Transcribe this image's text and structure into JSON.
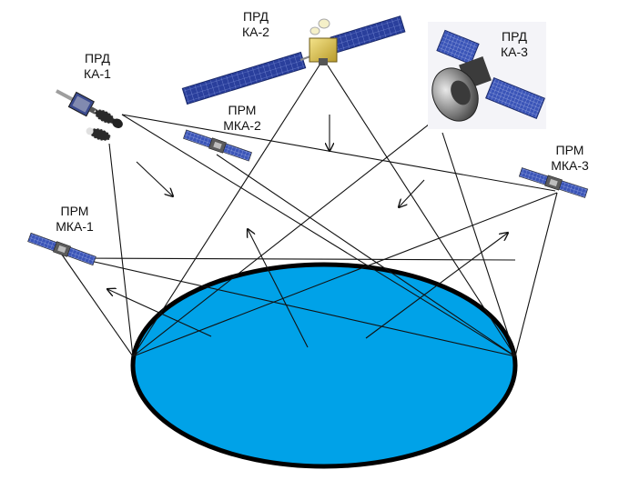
{
  "diagram": {
    "transmitters": [
      {
        "id": "ka1",
        "line1": "ПРД",
        "line2": "КА-1"
      },
      {
        "id": "ka2",
        "line1": "ПРД",
        "line2": "КА-2"
      },
      {
        "id": "ka3",
        "line1": "ПРД",
        "line2": "КА-3"
      }
    ],
    "receivers": [
      {
        "id": "mka1",
        "line1": "ПРМ",
        "line2": "МКА-1"
      },
      {
        "id": "mka2",
        "line1": "ПРМ",
        "line2": "МКА-2"
      },
      {
        "id": "mka3",
        "line1": "ПРМ",
        "line2": "МКА-3"
      }
    ],
    "colors": {
      "surface_fill": "#00a2e8",
      "surface_outline": "#000000",
      "panel_blue": "#2a3f9c",
      "lines": "#111111"
    },
    "icons": {
      "transmitter": "satellite-icon",
      "transmitter_3": "dish-satellite-icon",
      "receiver": "small-satellite-icon"
    }
  }
}
